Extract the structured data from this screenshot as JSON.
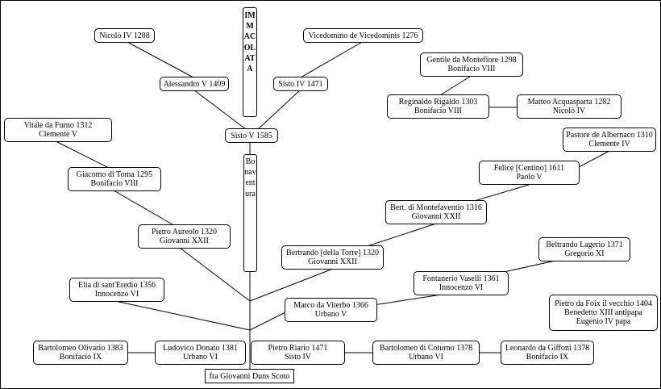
{
  "nodes": {
    "nicolo_iv": {
      "line1": "Nicolò IV 1288"
    },
    "immacolata": {
      "line1": "IMMACOLATA"
    },
    "vicedomino": {
      "line1": "Vicedomino de Vicedominis 1276"
    },
    "gentile": {
      "line1": "Gentile da Montefiore 1298",
      "line2": "Bonifacio VIII"
    },
    "alessandro_v": {
      "line1": "Alessandro V 1409"
    },
    "sisto_iv": {
      "line1": "Sisto IV 1471"
    },
    "reginaldo": {
      "line1": "Reginaldo Rigaldo 1303",
      "line2": "Bonifacio VIII"
    },
    "matteo": {
      "line1": "Matteo Acquasparta 1282",
      "line2": "Nicolò IV"
    },
    "vitale": {
      "line1": "Vitale da Furno 1312",
      "line2": "Clemente V"
    },
    "sisto_v": {
      "line1": "Sisto V 1585"
    },
    "pastore": {
      "line1": "Pastore de Albernaco 1310",
      "line2": "Clemente IV"
    },
    "bonaventura": {
      "line1": "Bonaventura"
    },
    "felice": {
      "line1": "Felice [Centino] 1611",
      "line2": "Paolo V"
    },
    "giacomo": {
      "line1": "Giacomo  di Toma 1295",
      "line2": "Bonifacio VIII"
    },
    "bert_montefaventio": {
      "line1": "Bert. di Montefaventio 1316",
      "line2": "Giovanni XXII"
    },
    "pietro_aureolo": {
      "line1": "Pietro Aureolo 1320",
      "line2": "Giovanni XXII"
    },
    "beltrando": {
      "line1": "Beltrando Lagerio 1371",
      "line2": "Gregorio XI"
    },
    "bertrando_torre": {
      "line1": "Bertrando [della Torre] 1320",
      "line2": "Giovanni XXII"
    },
    "fontanerio": {
      "line1": "Fontanerio Vaselli 1361",
      "line2": "Innocenzo VI"
    },
    "elia": {
      "line1": "Elia di sant'Eredio 1356",
      "line2": "Innocenzo VI"
    },
    "pietro_foix": {
      "line1": "Pietro da Foix il vecchio 1404",
      "line2": "Benedetto XIII antipapa",
      "line3": "Eugenio IV papa"
    },
    "marco": {
      "line1": "Marco da Viterbo 1366",
      "line2": "Urbano V"
    },
    "bartolomeo_olivario": {
      "line1": "Bartolomeo Olivario 1383",
      "line2": "Bonifacio IX"
    },
    "ludovico": {
      "line1": "Ludovico Donato 1381",
      "line2": "Urbano VI"
    },
    "pietro_riario": {
      "line1": "Pietro Riario 1471",
      "line2": "Sisto IV"
    },
    "bartolomeo_coturno": {
      "line1": "Bartolomeo di Coturno 1378",
      "line2": "Urbano VI"
    },
    "leonardo": {
      "line1": "Leonardo da Giffoni 1378",
      "line2": "Bonifacio IX"
    },
    "duns_scoto": {
      "line1": "fra Giovanni Duns Scoto"
    }
  }
}
